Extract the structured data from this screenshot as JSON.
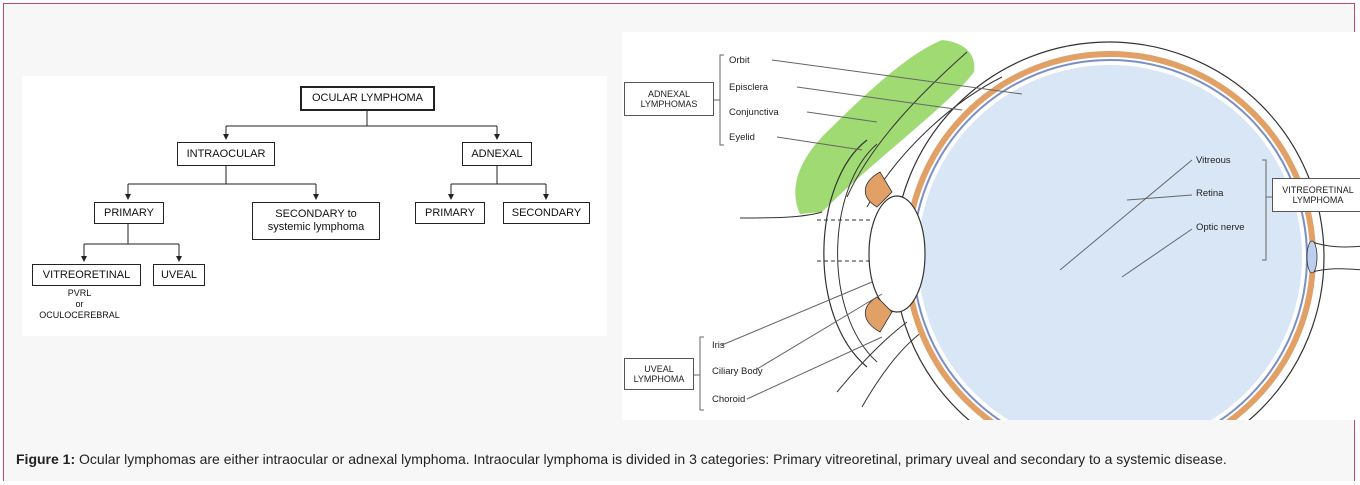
{
  "flowchart": {
    "root": "OCULAR LYMPHOMA",
    "intraocular": "INTRAOCULAR",
    "adnexal": "ADNEXAL",
    "primary": "PRIMARY",
    "secondary_systemic": "SECONDARY to\nsystemic lymphoma",
    "adnexal_primary": "PRIMARY",
    "adnexal_secondary": "SECONDARY",
    "vitreoretinal": "VITREORETINAL",
    "uveal": "UVEAL",
    "vitreoretinal_note": "PVRL\nor\nOCULOCEREBRAL"
  },
  "eye_diagram": {
    "adnexal_group": "ADNEXAL\nLYMPHOMAS",
    "adnexal_parts": [
      "Orbit",
      "Episclera",
      "Conjunctiva",
      "Eyelid"
    ],
    "vitreoretinal_group": "VITREORETINAL\nLYMPHOMA",
    "vitreoretinal_parts": [
      "Vitreous",
      "Retina",
      "Optic nerve"
    ],
    "uveal_group": "UVEAL\nLYMPHOMA",
    "uveal_parts": [
      "Iris",
      "Ciliary Body",
      "Choroid"
    ],
    "colors": {
      "adnexa": "#8fd35a",
      "uvea": "#e0a066",
      "vitreous": "#d9e6f6",
      "frame": "#b94a6a"
    }
  },
  "caption": {
    "label": "Figure 1:",
    "text": " Ocular lymphomas are either intraocular or adnexal lymphoma. Intraocular lymphoma is divided in 3 categories: Primary vitreoretinal, primary uveal and secondary to a systemic disease."
  }
}
